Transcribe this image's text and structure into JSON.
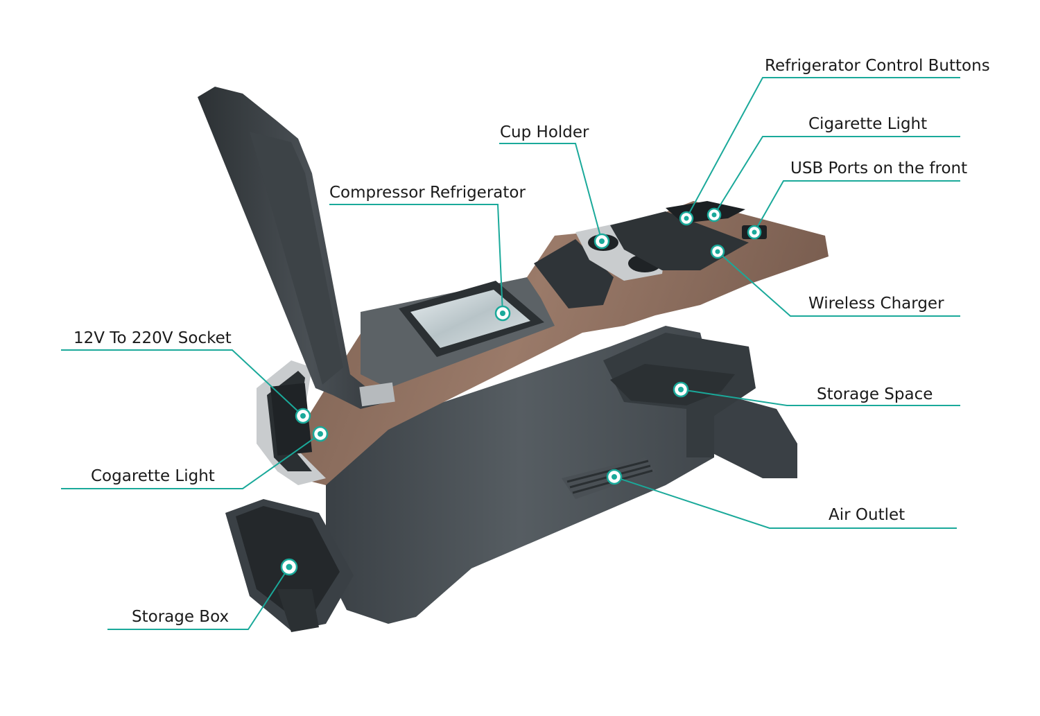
{
  "colors": {
    "accent": "#1aa99a",
    "body": "#4b5257",
    "body_dark": "#2f3438",
    "wood": "#8a6b5c",
    "chrome": "#c9ccce"
  },
  "callouts": [
    {
      "id": "refrigerator-control-buttons",
      "text": "Refrigerator Control Buttons"
    },
    {
      "id": "cigarette-light-top",
      "text": "Cigarette Light"
    },
    {
      "id": "usb-ports-front",
      "text": "USB Ports on the front"
    },
    {
      "id": "cup-holder",
      "text": "Cup Holder"
    },
    {
      "id": "compressor-refrigerator",
      "text": "Compressor Refrigerator"
    },
    {
      "id": "wireless-charger",
      "text": "Wireless Charger"
    },
    {
      "id": "socket-12v-220v",
      "text": "12V To 220V Socket"
    },
    {
      "id": "storage-space",
      "text": "Storage Space"
    },
    {
      "id": "cigarette-light-side",
      "text": "Cogarette Light"
    },
    {
      "id": "air-outlet",
      "text": "Air Outlet"
    },
    {
      "id": "storage-box",
      "text": "Storage Box"
    }
  ]
}
